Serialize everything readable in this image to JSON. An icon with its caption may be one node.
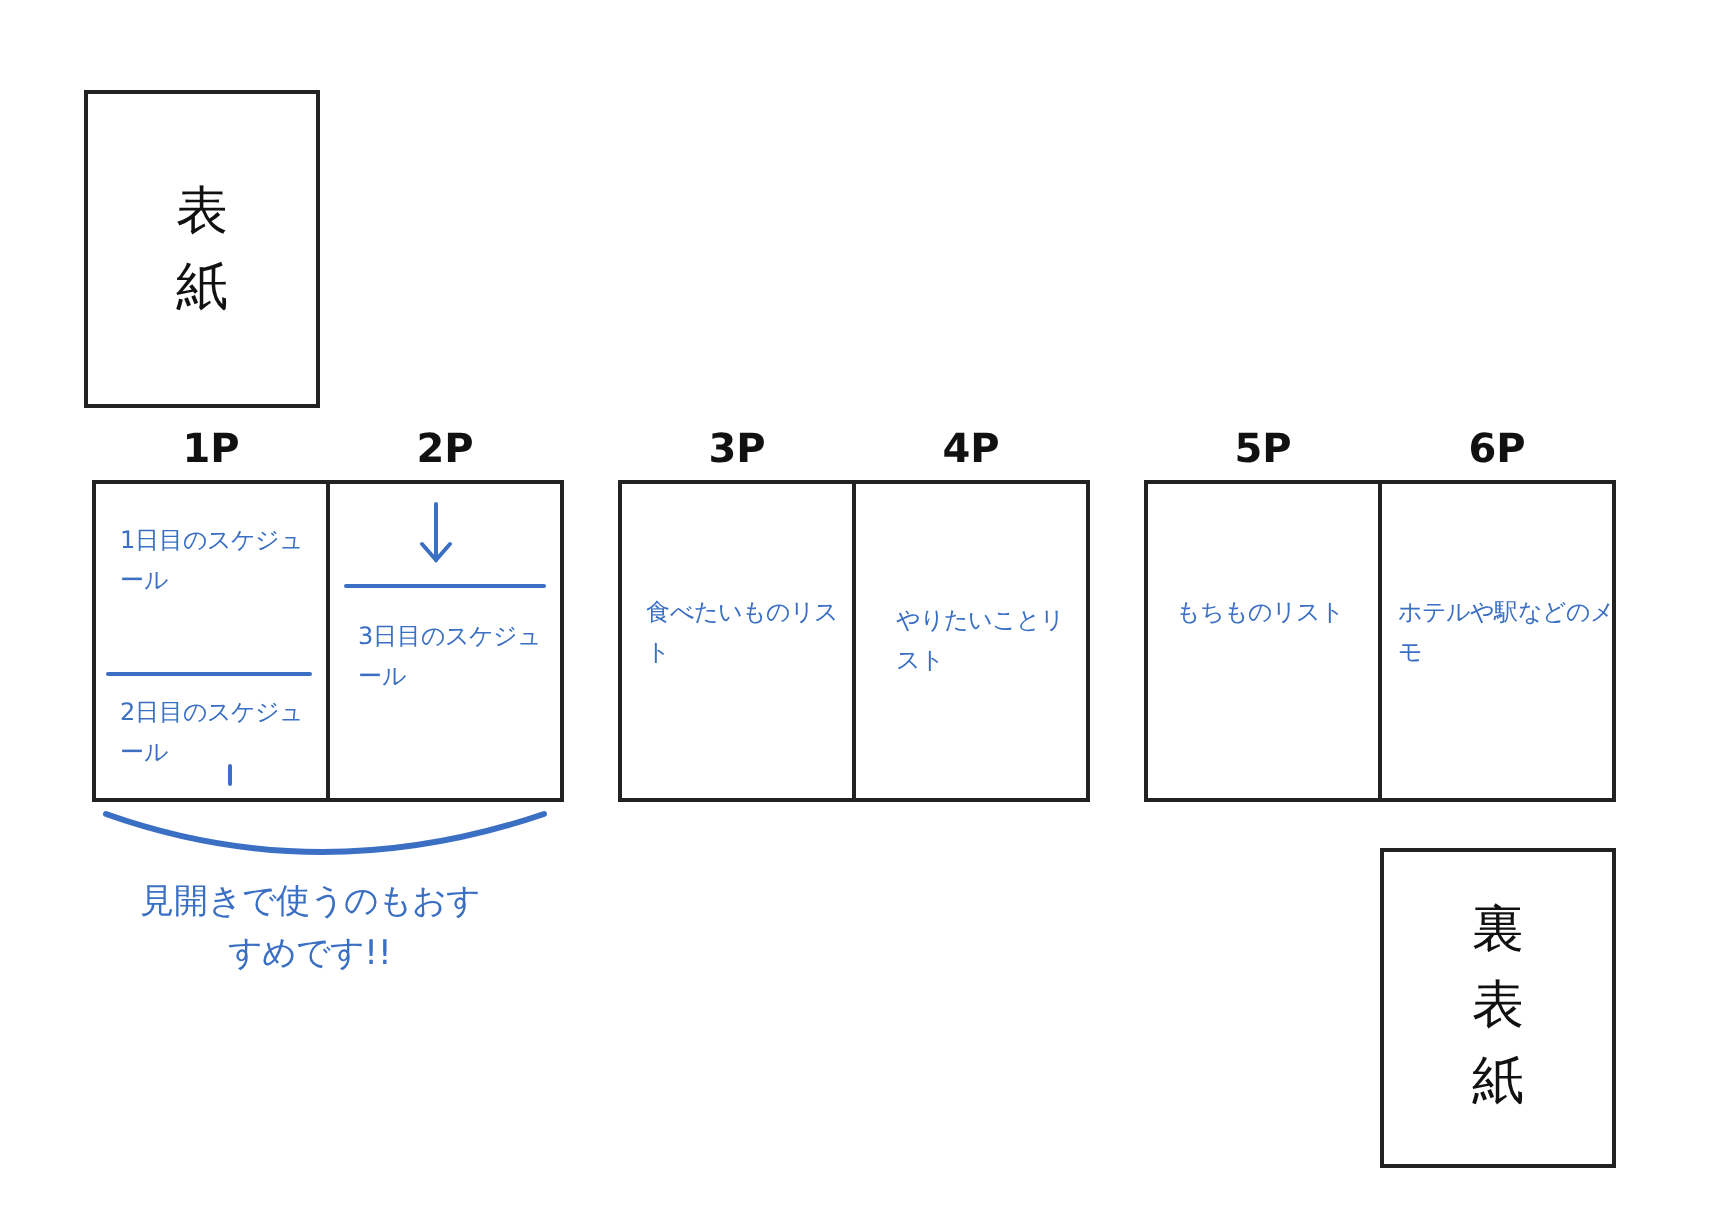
{
  "diagram": {
    "nodes": [
      {
        "text": [
          "表紙"
        ]
      },
      {
        "text": [
          "1P",
          "1日目のスケジュール",
          "2日目のスケジュール"
        ]
      },
      {
        "text": [
          "2P",
          "3日目のスケジュール"
        ]
      },
      {
        "text": [
          "3P",
          "食べたいものリスト"
        ]
      },
      {
        "text": [
          "4P",
          "やりたいことリスト"
        ]
      },
      {
        "text": [
          "5P",
          "もちものリスト"
        ]
      },
      {
        "text": [
          "6P",
          "ホテルや駅などのメモ"
        ]
      },
      {
        "text": [
          "裏表紙"
        ]
      }
    ],
    "edges": [],
    "labels": [
      "見開きで使うのもおすすめです!!"
    ]
  }
}
